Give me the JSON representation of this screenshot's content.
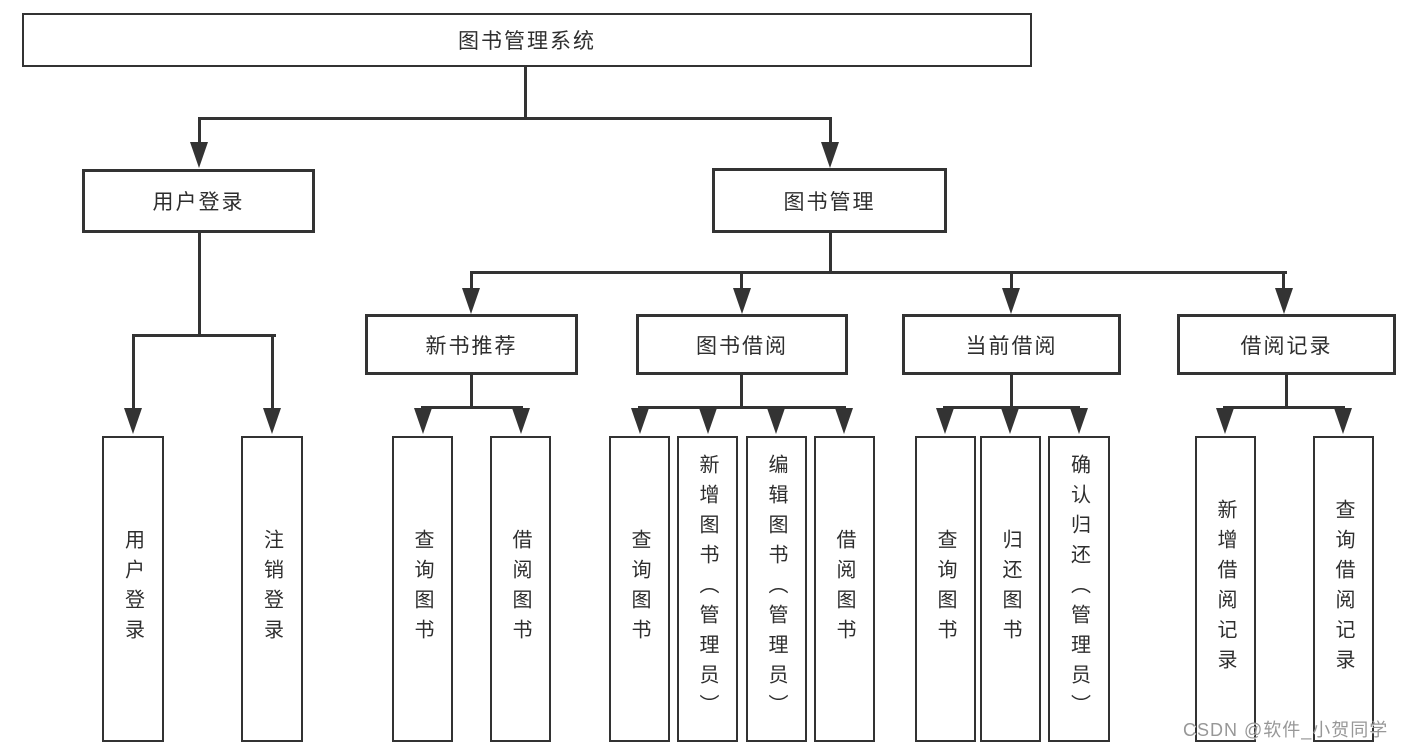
{
  "diagram": {
    "root": "图书管理系统",
    "branches": {
      "user_login": {
        "label": "用户登录",
        "children": [
          "用户登录",
          "注销登录"
        ]
      },
      "book_mgmt": {
        "label": "图书管理"
      }
    },
    "modules": [
      {
        "label": "新书推荐",
        "children": [
          "查询图书",
          "借阅图书"
        ]
      },
      {
        "label": "图书借阅",
        "children": [
          "查询图书",
          "新增图书（管理员）",
          "编辑图书（管理员）",
          "借阅图书"
        ]
      },
      {
        "label": "当前借阅",
        "children": [
          "查询图书",
          "归还图书",
          "确认归还（管理员）"
        ]
      },
      {
        "label": "借阅记录",
        "children": [
          "新增借阅记录",
          "查询借阅记录"
        ]
      }
    ]
  },
  "watermark": "CSDN @软件_小贺同学",
  "colors": {
    "line": "#333333",
    "text": "#2e2e2e",
    "watermark": "#919191",
    "background": "#ffffff"
  }
}
